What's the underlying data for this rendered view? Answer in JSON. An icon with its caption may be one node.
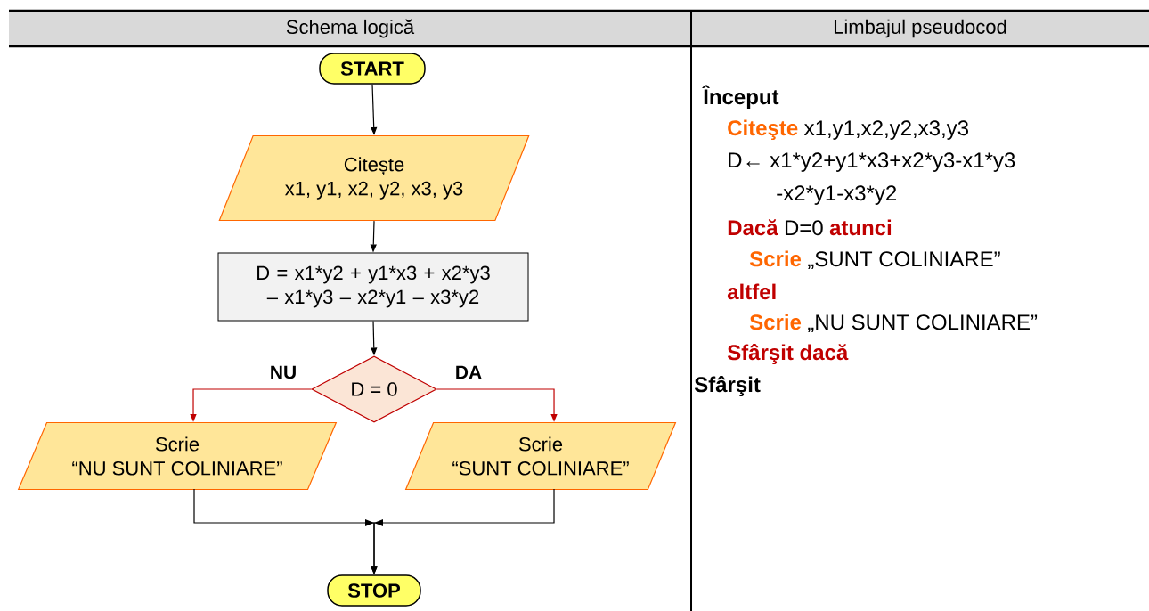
{
  "diagram": {
    "nodes": [
      {
        "text": [
          "START"
        ]
      },
      {
        "text": [
          "Citește",
          "x1, y1, x2, y2, x3, y3"
        ]
      },
      {
        "text": [
          "D = x1*y2 + y1*x3 + x2*y3 – x1*y3 – x2*y1 – x3*y2"
        ]
      },
      {
        "text": [
          "D = 0"
        ]
      },
      {
        "text": [
          "Scrie",
          "“NU SUNT COLINIARE”"
        ]
      },
      {
        "text": [
          "Scrie",
          "“SUNT COLINIARE”"
        ]
      },
      {
        "text": [
          "STOP"
        ]
      }
    ],
    "edges": [
      {
        "from": 0,
        "to": 1,
        "arrow": "to"
      },
      {
        "from": 1,
        "to": 2,
        "arrow": "to"
      },
      {
        "from": 2,
        "to": 3,
        "arrow": "to"
      },
      {
        "from": 3,
        "to": 4,
        "arrow": "to",
        "label": "NU",
        "color": "#c00000"
      },
      {
        "from": 3,
        "to": 5,
        "arrow": "to",
        "label": "DA",
        "color": "#c00000"
      },
      {
        "from": 4,
        "to": 6,
        "arrow": "to"
      },
      {
        "from": 5,
        "to": 6,
        "arrow": "to"
      }
    ],
    "labels": [
      "Schema logică",
      "Limbajul pseudocod",
      "Început",
      "Citeşte",
      "x1,y1,x2,y2,x3,y3",
      "D← x1*y2+y1*x3+x2*y3-x1*y3",
      "-x2*y1-x3*y2",
      "Dacă",
      "D=0",
      "atunci",
      "Scrie",
      "„SUNT COLINIARE”",
      "altfel",
      "Scrie",
      "„NU SUNT COLINIARE”",
      "Sfârşit dacă",
      "Sfârşit"
    ]
  }
}
